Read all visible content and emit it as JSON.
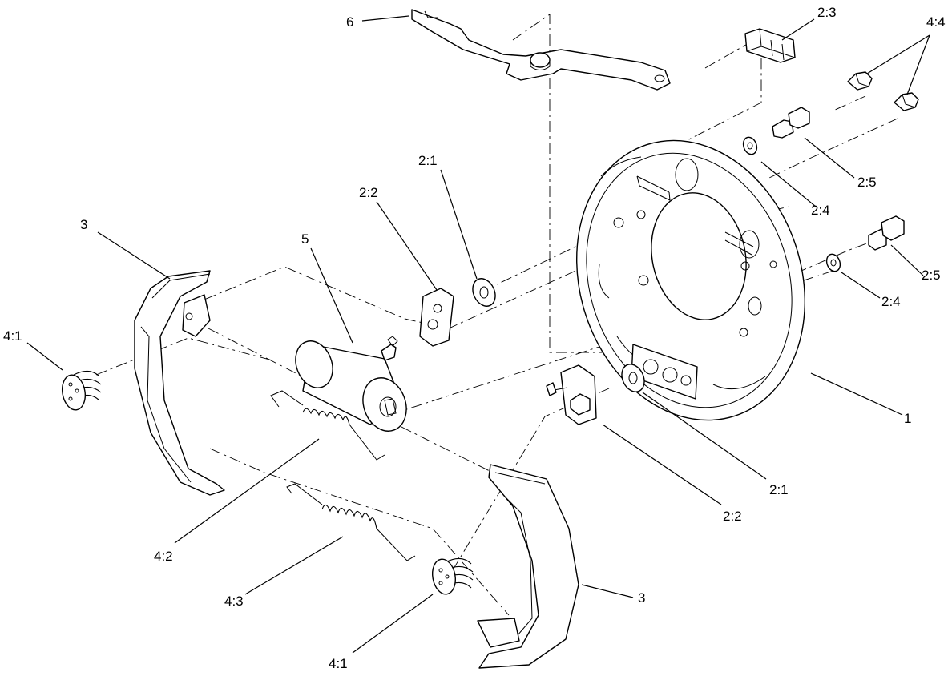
{
  "callouts": {
    "c1": "1",
    "c2_1_top": "2:1",
    "c2_2_top": "2:2",
    "c2_3": "2:3",
    "c2_4_top": "2:4",
    "c2_5_top": "2:5",
    "c2_5_right": "2:5",
    "c2_4_right": "2:4",
    "c2_1_bottom": "2:1",
    "c2_2_bottom": "2:2",
    "c3_left": "3",
    "c3_right": "3",
    "c4_1_left": "4:1",
    "c4_1_bottom": "4:1",
    "c4_2": "4:2",
    "c4_3": "4:3",
    "c4_4": "4:4",
    "c5": "5",
    "c6": "6"
  },
  "parts": [
    {
      "key": "c1",
      "name": "backing-plate"
    },
    {
      "key": "c2_1_top",
      "name": "washer"
    },
    {
      "key": "c2_2_top",
      "name": "adjuster-cam"
    },
    {
      "key": "c2_3",
      "name": "plug"
    },
    {
      "key": "c2_4_top",
      "name": "lock-washer"
    },
    {
      "key": "c2_5_top",
      "name": "bolt"
    },
    {
      "key": "c3_left",
      "name": "brake-shoe"
    },
    {
      "key": "c4_1_left",
      "name": "hold-down-spring"
    },
    {
      "key": "c4_2",
      "name": "upper-return-spring"
    },
    {
      "key": "c4_3",
      "name": "lower-return-spring"
    },
    {
      "key": "c4_4",
      "name": "bleeder-screw"
    },
    {
      "key": "c5",
      "name": "wheel-cylinder"
    },
    {
      "key": "c6",
      "name": "parking-brake-lever"
    }
  ]
}
